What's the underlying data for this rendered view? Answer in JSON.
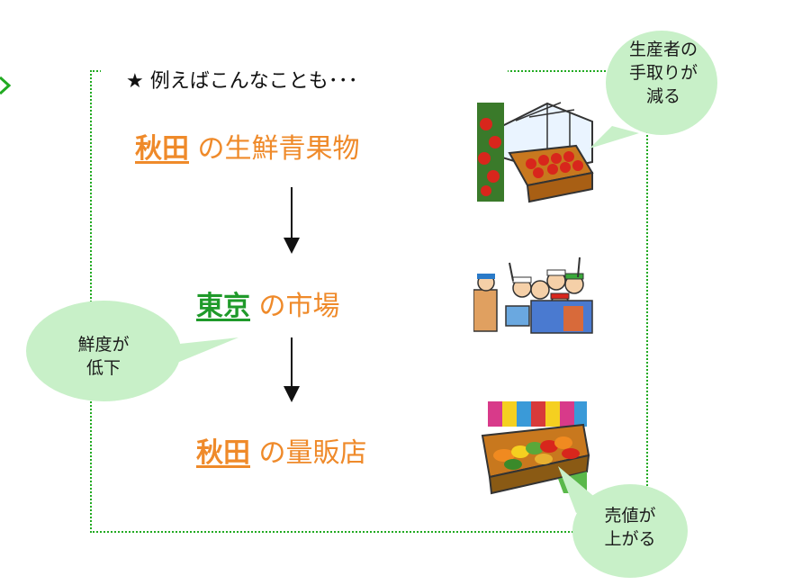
{
  "heading": "★ 例えばこんなことも･･･",
  "steps": [
    {
      "place": "秋田",
      "rest": " の生鮮青果物",
      "place_color": "#ef8a2a"
    },
    {
      "place": "東京",
      "rest": " の市場",
      "place_color": "#1f9a2a"
    },
    {
      "place": "秋田",
      "rest": " の量販店",
      "place_color": "#ef8a2a"
    }
  ],
  "bubbles": {
    "producer": "生産者の\n手取りが\n減る",
    "freshness": "鮮度が\n低下",
    "price": "売値が\n上がる"
  },
  "colors": {
    "frame": "#22aa22",
    "bubble_fill": "#c8f0c8",
    "orange_text": "#ef8a2a",
    "green_text": "#1f9a2a"
  },
  "icons": [
    "tomato-greenhouse-icon",
    "market-workers-icon",
    "produce-stand-icon"
  ]
}
